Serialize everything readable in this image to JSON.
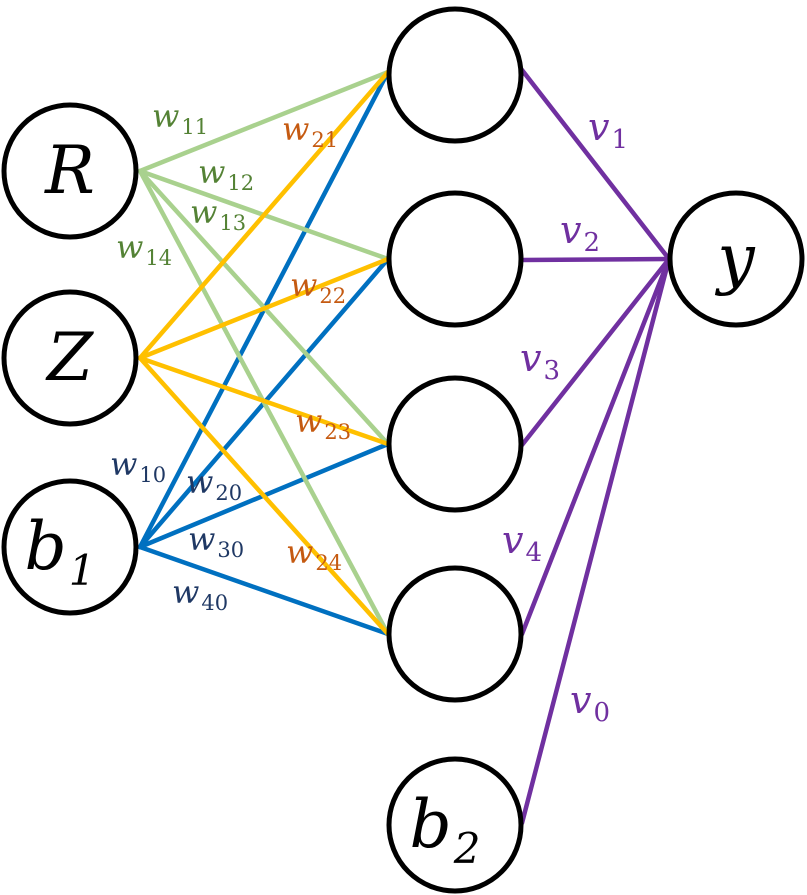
{
  "colors": {
    "R_edges": "#a9d18e",
    "Z_edges": "#ffc000",
    "b1_edges": "#0070c0",
    "output_edges": "#7030a0",
    "w_R_labels": "#548235",
    "w_Z_labels": "#c55a11",
    "w_b1_labels": "#1f3864",
    "v_labels": "#7030a0"
  },
  "nodes": {
    "R": {
      "label": "R",
      "sub": ""
    },
    "Z": {
      "label": "Z",
      "sub": ""
    },
    "b1": {
      "label": "b",
      "sub": "1"
    },
    "h1": {
      "label": "",
      "sub": ""
    },
    "h2": {
      "label": "",
      "sub": ""
    },
    "h3": {
      "label": "",
      "sub": ""
    },
    "h4": {
      "label": "",
      "sub": ""
    },
    "b2": {
      "label": "b",
      "sub": "2"
    },
    "y": {
      "label": "y",
      "sub": ""
    }
  },
  "weights": {
    "w11": {
      "base": "w",
      "sub": "11"
    },
    "w12": {
      "base": "w",
      "sub": "12"
    },
    "w13": {
      "base": "w",
      "sub": "13"
    },
    "w14": {
      "base": "w",
      "sub": "14"
    },
    "w21": {
      "base": "w",
      "sub": "21"
    },
    "w22": {
      "base": "w",
      "sub": "22"
    },
    "w23": {
      "base": "w",
      "sub": "23"
    },
    "w24": {
      "base": "w",
      "sub": "24"
    },
    "w10": {
      "base": "w",
      "sub": "10"
    },
    "w20": {
      "base": "w",
      "sub": "20"
    },
    "w30": {
      "base": "w",
      "sub": "30"
    },
    "w40": {
      "base": "w",
      "sub": "40"
    },
    "v1": {
      "base": "v",
      "sub": "1"
    },
    "v2": {
      "base": "v",
      "sub": "2"
    },
    "v3": {
      "base": "v",
      "sub": "3"
    },
    "v4": {
      "base": "v",
      "sub": "4"
    },
    "v0": {
      "base": "v",
      "sub": "0"
    }
  }
}
